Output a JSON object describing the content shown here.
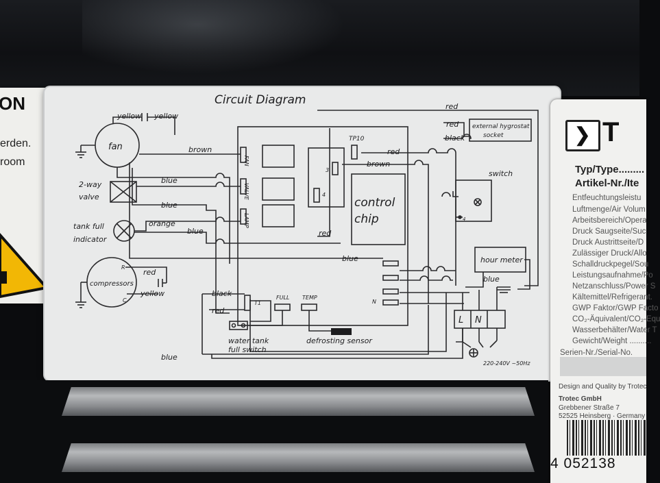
{
  "left_label": {
    "title": "ON",
    "line1": "erden.",
    "line2": "room"
  },
  "diagram": {
    "title": "Circuit Diagram",
    "components": {
      "fan": "fan",
      "valve": "2-way valve",
      "valve_line1": "2-way",
      "valve_line2": "valve",
      "indicator_line1": "tank full",
      "indicator_line2": "indicator",
      "compressor": "compressors",
      "control_chip_line1": "control",
      "control_chip_line2": "chip",
      "external_socket_line1": "external hygrostat",
      "external_socket_line2": "socket",
      "switch": "switch",
      "hour_meter": "hour meter",
      "water_tank_line1": "water tank",
      "water_tank_line2": "full switch",
      "defrost": "defrosting sensor",
      "tp10": "TP10",
      "t1": "T1",
      "full": "FULL",
      "temp": "TEMP",
      "fan_pin": "FAN",
      "valve_pin": "VALVE",
      "lamp_pin": "LAMP",
      "pin3": "3",
      "pin4": "4",
      "cap_r": "R",
      "cap_c": "C",
      "terminal_n_pin": "N",
      "switch_pin": "4",
      "L": "L",
      "N": "N",
      "supply": "220-240V ~50Hz"
    },
    "wire_labels": {
      "yellow1": "yellow",
      "yellow2": "yellow",
      "brown_fan": "brown",
      "blue1": "blue",
      "blue2": "blue",
      "orange": "orange",
      "blue3": "blue",
      "red_comp": "red",
      "yellow_comp": "yellow",
      "red_top1": "red",
      "red_top2": "red",
      "black_top": "black",
      "red_tp10": "red",
      "brown_tp10": "brown",
      "red_chip": "red",
      "blue_main": "blue",
      "black_t1": "black",
      "red_t1": "red",
      "blue_bottom": "blue",
      "blue_meter": "blue"
    }
  },
  "right_label": {
    "brand_letter": "T",
    "type_head": "Typ/Type.........",
    "article_head": "Artikel-Nr./Ite",
    "specs": [
      "Entfeuchtungsleistu",
      "Luftmenge/Air Volum",
      "Arbeitsbereich/Opera",
      "Druck Saugseite/Suc",
      "Druck Austrittseite/D",
      "Zulässiger Druck/Allo",
      "Schalldruckpegel/Sou",
      "Leistungsaufnahme/Po",
      "Netzanschluss/Power S",
      "Kältemittel/Refrigerant.",
      "GWP Faktor/GWP Facto",
      "CO₂-Äquivalent/CO₂-Equ",
      "Wasserbehälter/Water T",
      "Gewicht/Weight .........."
    ],
    "serial": "Serien-Nr./Serial-No.",
    "design": "Design and Quality by Trotec",
    "company": "Trotec GmbH",
    "street": "Grebbener Straße 7",
    "city": "52525 Heinsberg · Germany",
    "barcode_digits": "4 052138"
  }
}
